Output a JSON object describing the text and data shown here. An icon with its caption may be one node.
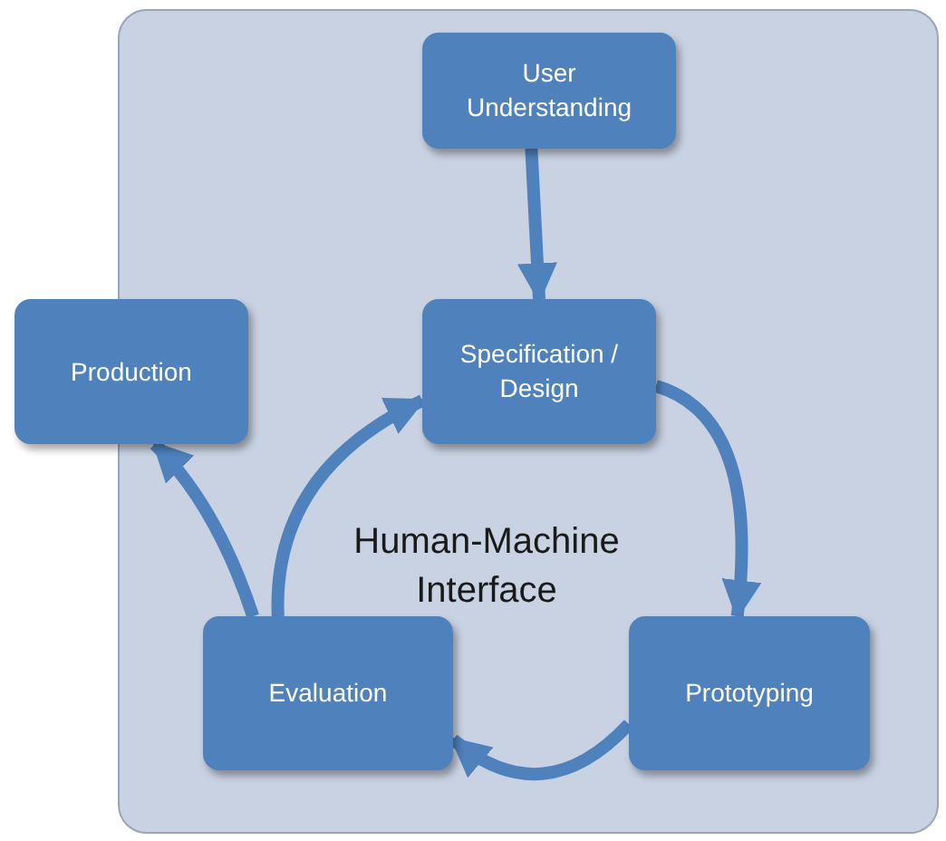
{
  "diagram": {
    "nodes": [
      {
        "text": [
          "Human-Machine Interface"
        ]
      },
      {
        "text": [
          "User Understanding"
        ],
        "in": 0
      },
      {
        "text": [
          "Specification / Design"
        ],
        "in": 0
      },
      {
        "text": [
          "Production"
        ]
      },
      {
        "text": [
          "Evaluation"
        ],
        "in": 0
      },
      {
        "text": [
          "Prototyping"
        ],
        "in": 0
      }
    ],
    "edges": [
      {
        "from": 1,
        "to": 2,
        "arrow": "to"
      },
      {
        "from": 2,
        "to": 5,
        "arrow": "to"
      },
      {
        "from": 5,
        "to": 4,
        "arrow": "to"
      },
      {
        "from": 4,
        "to": 2,
        "arrow": "to"
      },
      {
        "from": 4,
        "to": 3,
        "arrow": "to"
      }
    ]
  }
}
